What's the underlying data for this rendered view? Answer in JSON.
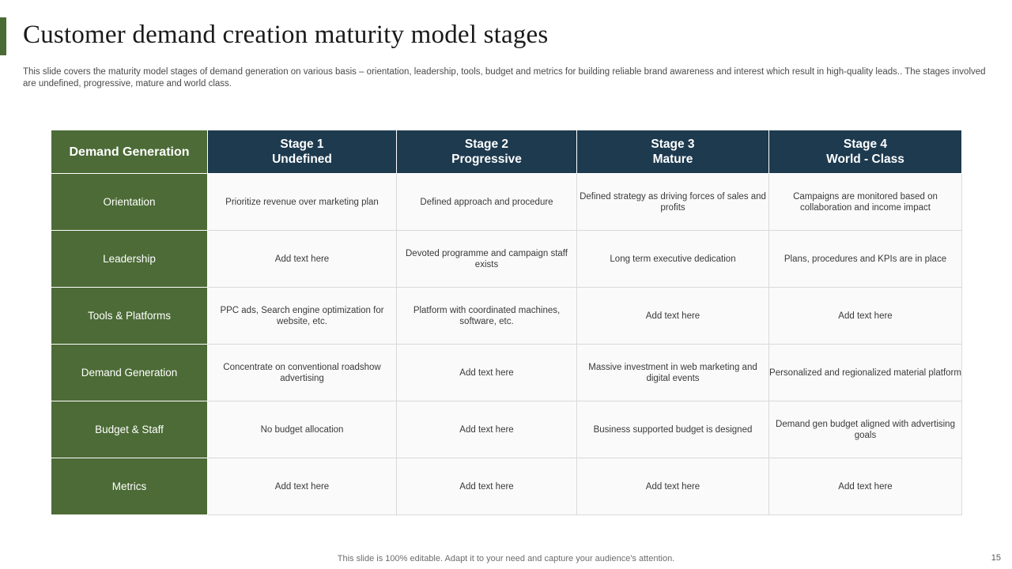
{
  "slide": {
    "title": "Customer demand creation maturity model stages",
    "subtitle": "This slide covers the maturity model stages of demand generation on various basis – orientation, leadership, tools, budget and metrics for building reliable brand awareness and interest which result in high-quality leads.. The stages involved are undefined, progressive, mature and world class.",
    "footer_note": "This slide is 100% editable. Adapt it to your need and capture your audience's attention.",
    "page_number": "15",
    "accent_color": "#4a6b35",
    "header_color": "#1d3a4f"
  },
  "table": {
    "corner_header": "Demand Generation",
    "columns": [
      {
        "line1": "Stage 1",
        "line2": "Undefined"
      },
      {
        "line1": "Stage 2",
        "line2": "Progressive"
      },
      {
        "line1": "Stage 3",
        "line2": "Mature"
      },
      {
        "line1": "Stage 4",
        "line2": "World - Class"
      }
    ],
    "rows": [
      {
        "label": "Orientation",
        "cells": [
          "Prioritize revenue over marketing plan",
          "Defined approach and procedure",
          "Defined strategy as driving forces of sales and profits",
          "Campaigns are monitored based on collaboration and income impact"
        ]
      },
      {
        "label": "Leadership",
        "cells": [
          "Add text here",
          "Devoted programme and campaign staff exists",
          "Long term executive dedication",
          "Plans, procedures and KPIs are in place"
        ]
      },
      {
        "label": "Tools & Platforms",
        "cells": [
          "PPC ads, Search engine optimization for website, etc.",
          "Platform with coordinated machines, software, etc.",
          "Add text here",
          "Add text here"
        ]
      },
      {
        "label": "Demand Generation",
        "cells": [
          "Concentrate on conventional roadshow advertising",
          "Add text here",
          "Massive investment in web marketing and digital events",
          "Personalized and regionalized material platform"
        ]
      },
      {
        "label": "Budget & Staff",
        "cells": [
          "No budget allocation",
          "Add text here",
          "Business supported budget is designed",
          "Demand gen budget aligned with advertising goals"
        ]
      },
      {
        "label": "Metrics",
        "cells": [
          "Add text here",
          "Add text here",
          "Add text here",
          "Add text here"
        ]
      }
    ]
  }
}
